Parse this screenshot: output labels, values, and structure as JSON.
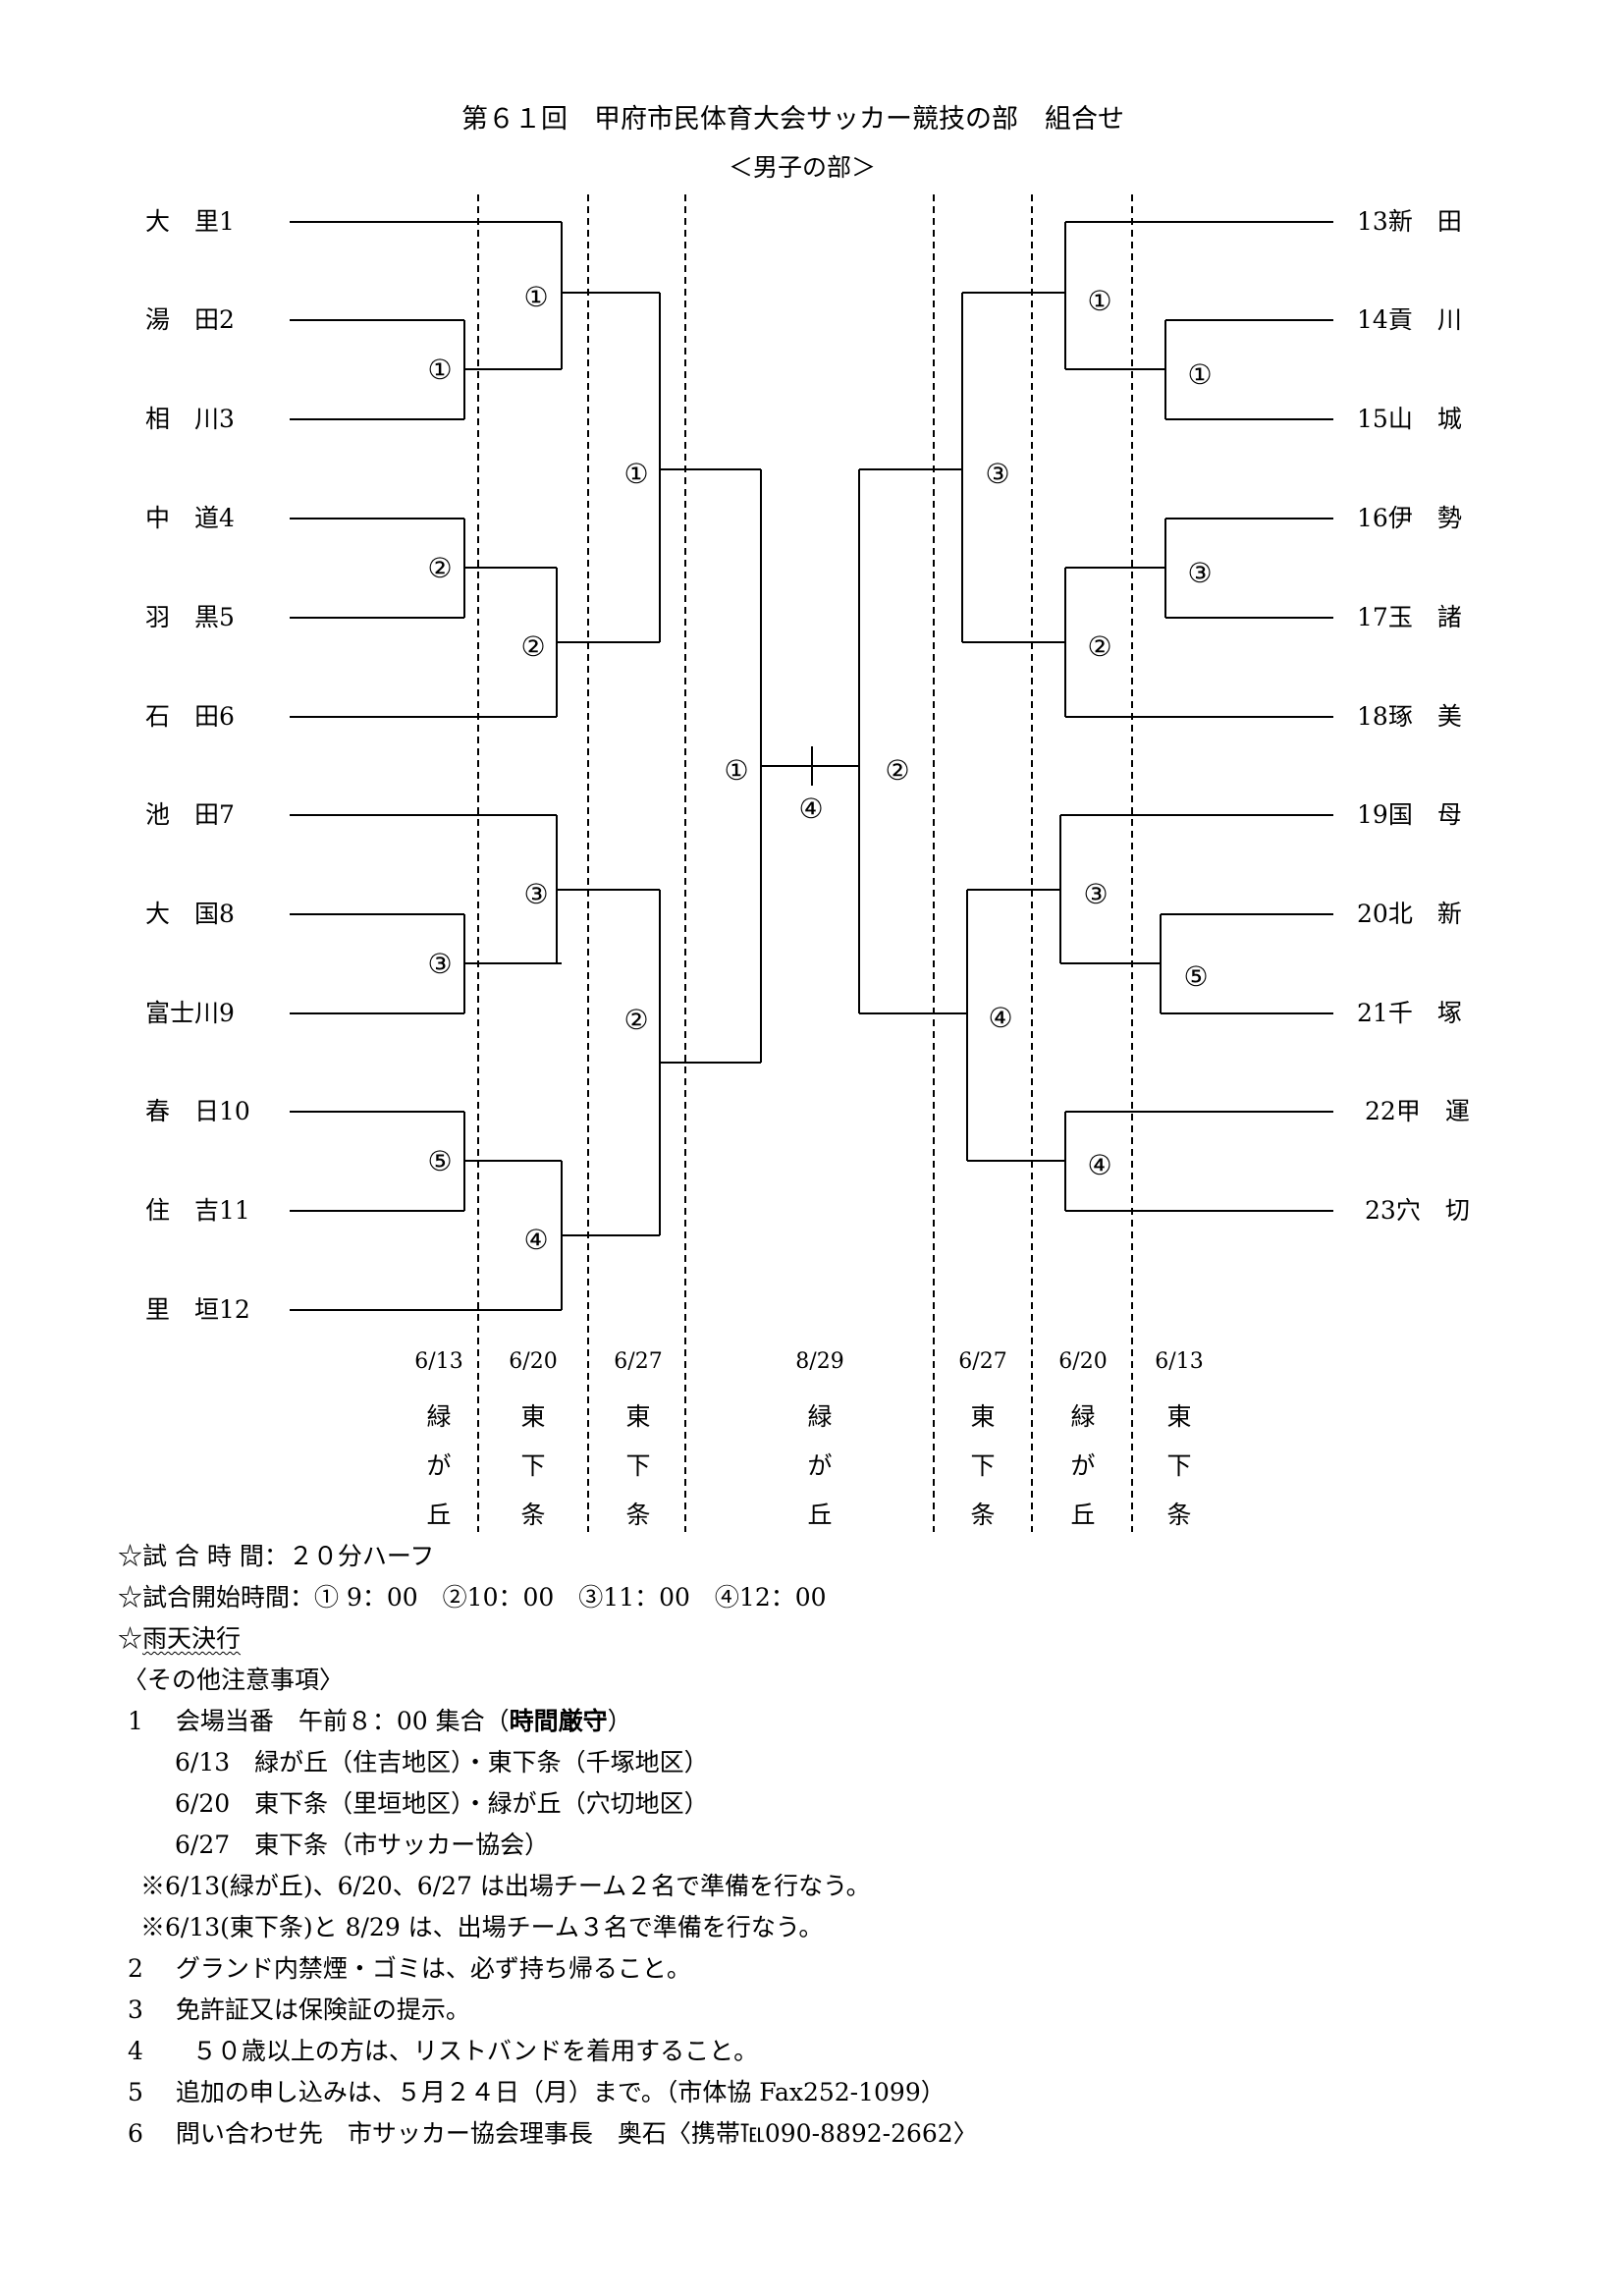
{
  "title": "第６１回　甲府市民体育大会サッカー競技の部　組合せ",
  "subtitle": "＜男子の部＞",
  "left_teams": [
    {
      "name": "大　里",
      "num": "1"
    },
    {
      "name": "湯　田",
      "num": "2"
    },
    {
      "name": "相　川",
      "num": "3"
    },
    {
      "name": "中　道",
      "num": "4"
    },
    {
      "name": "羽　黒",
      "num": "5"
    },
    {
      "name": "石　田",
      "num": "6"
    },
    {
      "name": "池　田",
      "num": "7"
    },
    {
      "name": "大　国",
      "num": "8"
    },
    {
      "name": "富士川",
      "num": "9"
    },
    {
      "name": "春　日",
      "num": "10"
    },
    {
      "name": "住　吉",
      "num": "11"
    },
    {
      "name": "里　垣",
      "num": "12"
    }
  ],
  "right_teams": [
    {
      "num": "13",
      "name": "新　田"
    },
    {
      "num": "14",
      "name": "貢　川"
    },
    {
      "num": "15",
      "name": "山　城"
    },
    {
      "num": "16",
      "name": "伊　勢"
    },
    {
      "num": "17",
      "name": "玉　諸"
    },
    {
      "num": "18",
      "name": "琢　美"
    },
    {
      "num": "19",
      "name": "国　母"
    },
    {
      "num": "20",
      "name": "北　新"
    },
    {
      "num": "21",
      "name": "千　塚"
    },
    {
      "num": "22",
      "name": "甲　運"
    },
    {
      "num": "23",
      "name": "穴　切"
    }
  ],
  "match_numbers": {
    "l1_a": "①",
    "l1_b": "②",
    "l1_c": "③",
    "l1_d": "⑤",
    "l2_a": "①",
    "l2_b": "②",
    "l2_c": "③",
    "l2_d": "④",
    "l3_a": "①",
    "l3_b": "②",
    "l4": "①",
    "final": "④",
    "r4": "②",
    "r3_a": "③",
    "r3_b": "④",
    "r2_a": "①",
    "r2_b": "②",
    "r2_c": "③",
    "r2_d": "④",
    "r1_a": "①",
    "r1_b": "③",
    "r1_c": "⑤"
  },
  "schedule": [
    {
      "date": "6/13",
      "venue": [
        "緑",
        "が",
        "丘"
      ]
    },
    {
      "date": "6/20",
      "venue": [
        "東",
        "下",
        "条"
      ]
    },
    {
      "date": "6/27",
      "venue": [
        "東",
        "下",
        "条"
      ]
    },
    {
      "date": "8/29",
      "venue": [
        "緑",
        "が",
        "丘"
      ]
    },
    {
      "date": "6/27",
      "venue": [
        "東",
        "下",
        "条"
      ]
    },
    {
      "date": "6/20",
      "venue": [
        "緑",
        "が",
        "丘"
      ]
    },
    {
      "date": "6/13",
      "venue": [
        "東",
        "下",
        "条"
      ]
    }
  ],
  "notes": {
    "match_time": "☆試 合 時 間：２０分ハーフ",
    "start_time": "☆試合開始時間：① 9：00　②10：00　③11：00　④12：00",
    "rain_prefix": "☆",
    "rain": "雨天決行",
    "other_header": "〈その他注意事項〉",
    "item1_main": "1　 会場当番　午前８：00 集合（",
    "item1_bold": "時間厳守",
    "item1_end": "）",
    "item1_sub1": "6/13　緑が丘（住吉地区）・東下条（千塚地区）",
    "item1_sub2": "6/20　東下条（里垣地区）・緑が丘（穴切地区）",
    "item1_sub3": "6/27　東下条（市サッカー協会）",
    "note_a": "※6/13(緑が丘)、6/20、6/27 は出場チーム２名で準備を行なう。",
    "note_b": "※6/13(東下条)と 8/29 は、出場チーム３名で準備を行なう。",
    "item2": "2　 グランド内禁煙・ゴミは、必ず持ち帰ること。",
    "item3": "3　 免許証又は保険証の提示。",
    "item4": "4　　５０歳以上の方は、リストバンドを着用すること。",
    "item5": "5　 追加の申し込みは、５月２４日（月）まで。（市体協 Fax252-1099）",
    "item6": "6　 問い合わせ先　市サッカー協会理事長　奥石〈携帯℡090-8892-2662〉"
  }
}
